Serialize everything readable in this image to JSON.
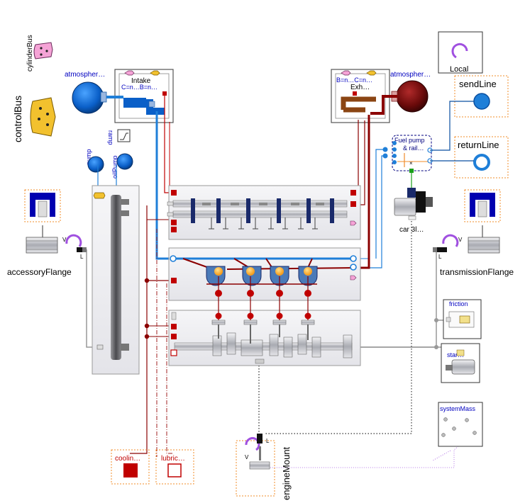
{
  "labels": {
    "cylinder_bus": "cylinderBus",
    "control_bus": "controlBus",
    "atmosphere_left": "atmospher…",
    "atmosphere_right": "atmospher…",
    "intake_title": "Intake",
    "intake_params": "C=n…B=n…",
    "exhaust_title": "Exh…",
    "exhaust_params": "B=n…C=n…",
    "local": "Local",
    "send_line": "sendLine",
    "return_line": "returnLine",
    "fuel_pump": "Fuel pump",
    "fuel_rail": "& rail…",
    "ramp": "ramp",
    "pump": "pump",
    "oil_pump": "oilPump",
    "car": "car 3l…",
    "accessory_flange": "accessoryFlange",
    "transmission_flange": "transmissionFlange",
    "friction": "friction",
    "starter": "star…",
    "system_mass": "systemMass",
    "cooling": "coolin…",
    "lubrication": "lubric…",
    "engine_mount": "engineMount",
    "phi_a": "V",
    "phi_b": "L",
    "phi_c": "V",
    "phi_d": "L",
    "phi_e": "V",
    "phi_f": "L"
  },
  "colors": {
    "flow_blue": "#1f7fd8",
    "exhaust_red": "#8b0000",
    "signal_navy": "#00007f",
    "port_red": "#c00000",
    "mech_gray": "#8a8a8a",
    "bus_yellow": "#f2c12e",
    "bus_pink": "#f5a3d6",
    "ctrl_orange": "#f08c2a",
    "block_fill": "#f2f2f6",
    "piston_orange": "#f49a1a"
  }
}
